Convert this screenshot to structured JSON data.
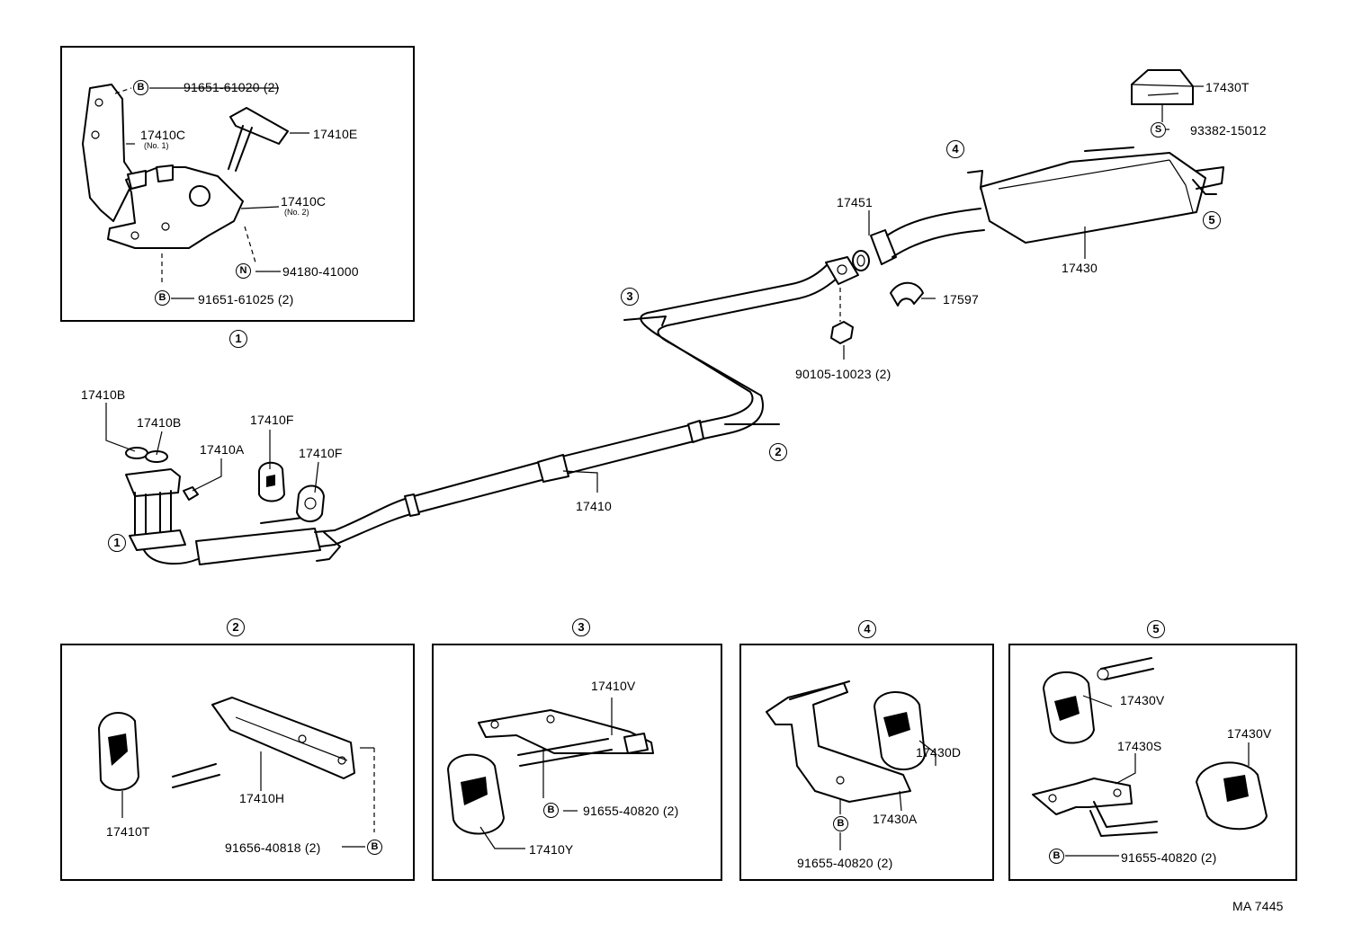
{
  "callouts": [
    "1",
    "2",
    "3",
    "4",
    "5"
  ],
  "bolt_letters": {
    "b": "B",
    "n": "N",
    "s": "S"
  },
  "box1": {
    "b_top": "91651-61020 (2)",
    "c1": "17410C",
    "c1_sub": "(No. 1)",
    "e": "17410E",
    "c2": "17410C",
    "c2_sub": "(No. 2)",
    "n": "94180-41000",
    "b_bottom": "91651-61025 (2)"
  },
  "main": {
    "b1": "17410B",
    "b2": "17410B",
    "a": "17410A",
    "f1": "17410F",
    "f2": "17410F",
    "pipe": "17410",
    "gasket": "17451",
    "clamp": "17597",
    "nut": "90105-10023 (2)",
    "muffler": "17430",
    "t": "17430T",
    "s": "93382-15012"
  },
  "box2": {
    "h": "17410H",
    "t": "17410T",
    "b": "91656-40818 (2)"
  },
  "box3": {
    "v": "17410V",
    "b": "91655-40820 (2)",
    "y": "17410Y"
  },
  "box4": {
    "d": "17430D",
    "a": "17430A",
    "b": "91655-40820 (2)"
  },
  "box5": {
    "v1": "17430V",
    "s": "17430S",
    "v2": "17430V",
    "b": "91655-40820 (2)"
  },
  "footer": "MA 7445"
}
